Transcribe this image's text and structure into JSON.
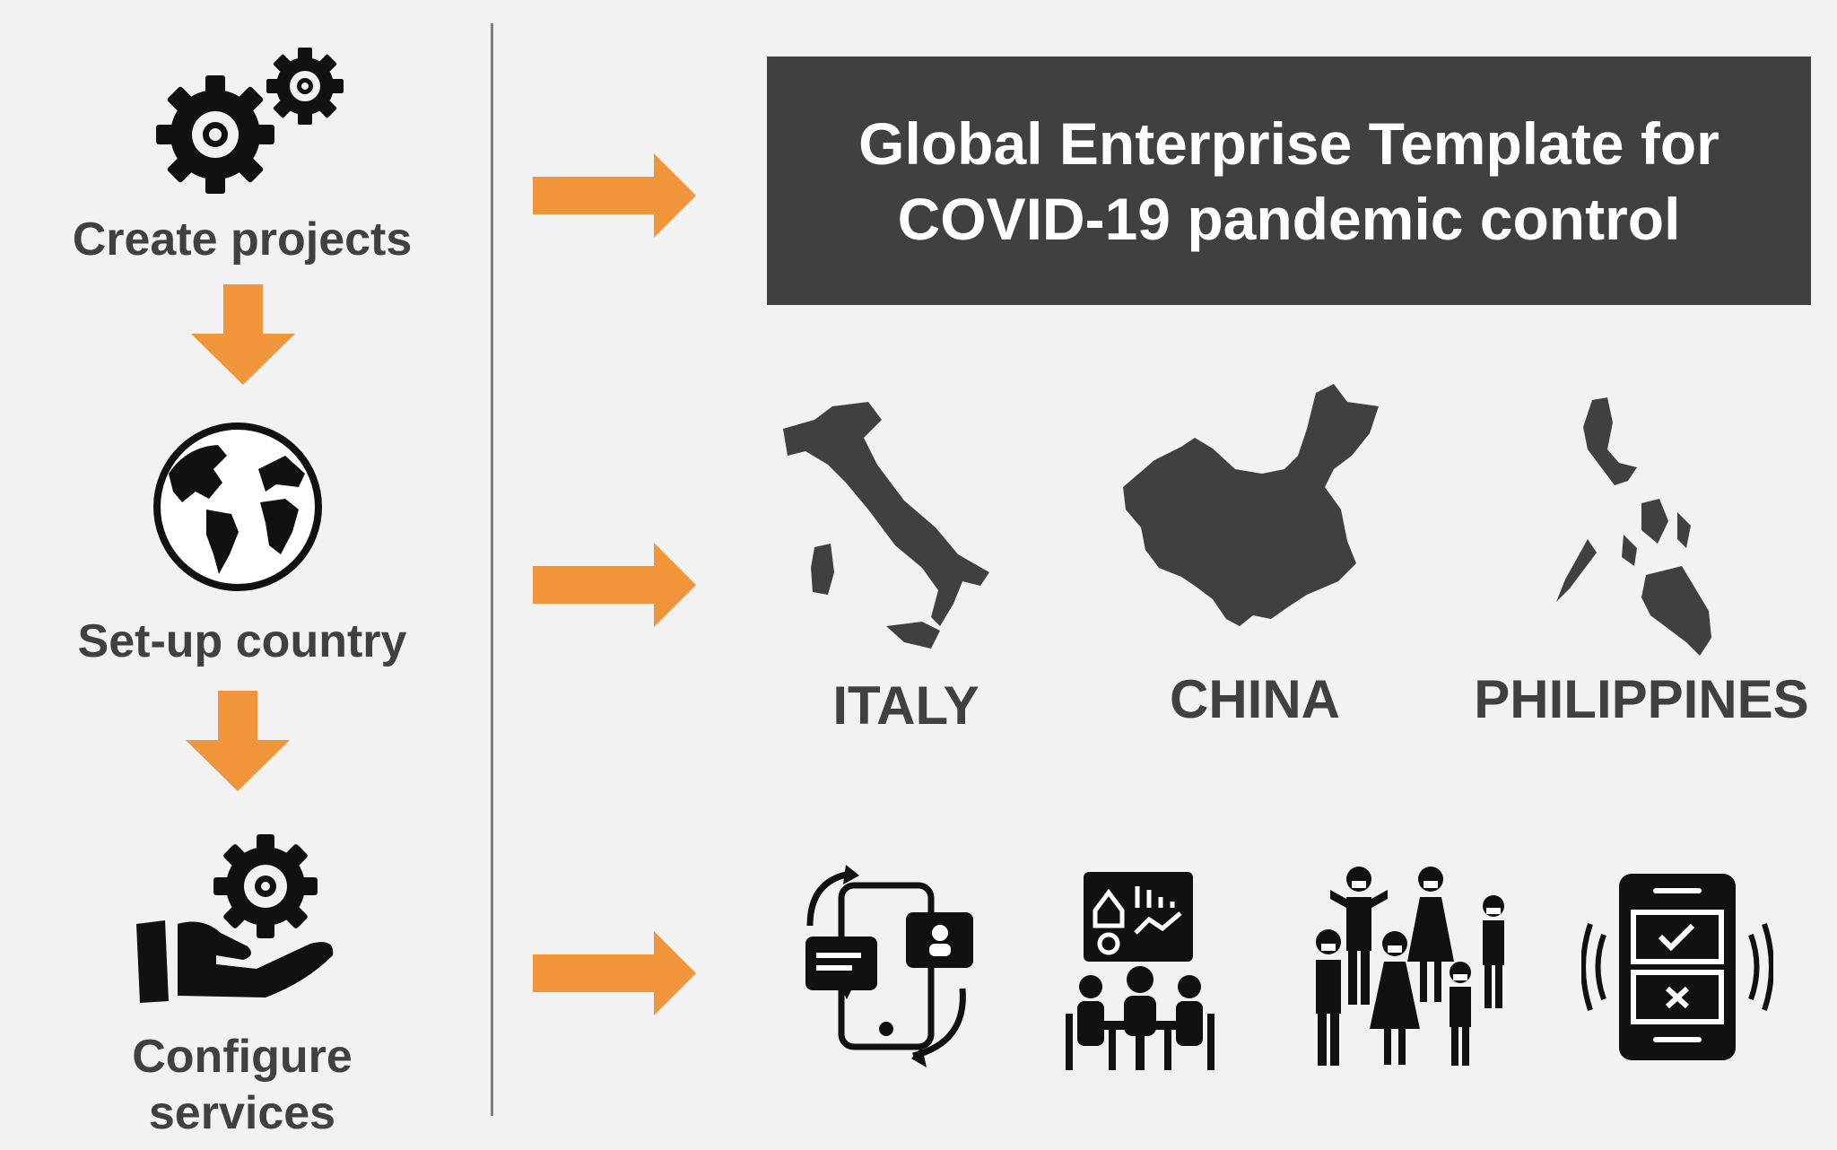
{
  "steps": [
    {
      "label": "Create projects",
      "icon": "gears-icon"
    },
    {
      "label": "Set-up country",
      "icon": "globe-icon"
    },
    {
      "label_line1": "Configure",
      "label_line2": "services",
      "icon": "hand-gear-icon"
    }
  ],
  "title": {
    "line1": "Global Enterprise Template for",
    "line2": "COVID-19 pandemic control"
  },
  "countries": [
    {
      "name": "ITALY",
      "icon": "italy-map-icon"
    },
    {
      "name": "CHINA",
      "icon": "china-map-icon"
    },
    {
      "name": "PHILIPPINES",
      "icon": "philippines-map-icon"
    }
  ],
  "services": [
    {
      "icon": "mobile-communication-icon"
    },
    {
      "icon": "meeting-dashboard-icon"
    },
    {
      "icon": "masked-people-icon"
    },
    {
      "icon": "mobile-vote-icon"
    }
  ],
  "colors": {
    "accent": "#f0953a",
    "dark": "#404040",
    "background": "#f2f2f2"
  }
}
